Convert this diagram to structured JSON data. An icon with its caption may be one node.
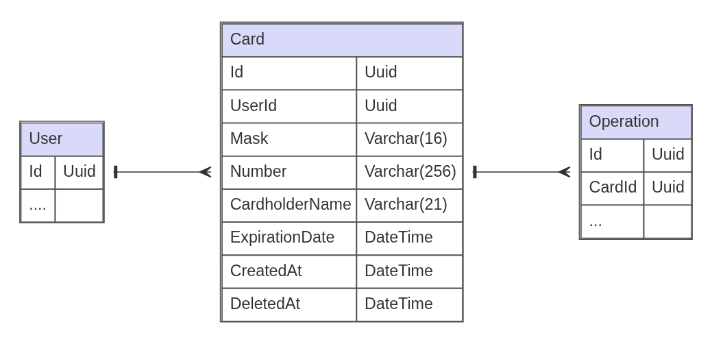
{
  "diagram": {
    "nodes": [
      {
        "text": [
          "Card",
          "Id",
          "Uuid",
          "UserId",
          "Uuid",
          "Mask",
          "Varchar(16)",
          "Number",
          "Varchar(256)",
          "CardholderName",
          "Varchar(21)",
          "ExpirationDate",
          "DateTime",
          "CreatedAt",
          "DateTime",
          "DeletedAt",
          "DateTime"
        ]
      },
      {
        "text": [
          "Operation",
          "Id",
          "Uuid",
          "CardId",
          "Uuid",
          "..."
        ]
      },
      {
        "text": [
          "User",
          "Id",
          "Uuid",
          "...."
        ]
      }
    ],
    "edges": [
      {
        "from": 0,
        "to": 1,
        "arrow": "other"
      },
      {
        "from": 2,
        "to": 0,
        "arrow": "other"
      }
    ]
  }
}
